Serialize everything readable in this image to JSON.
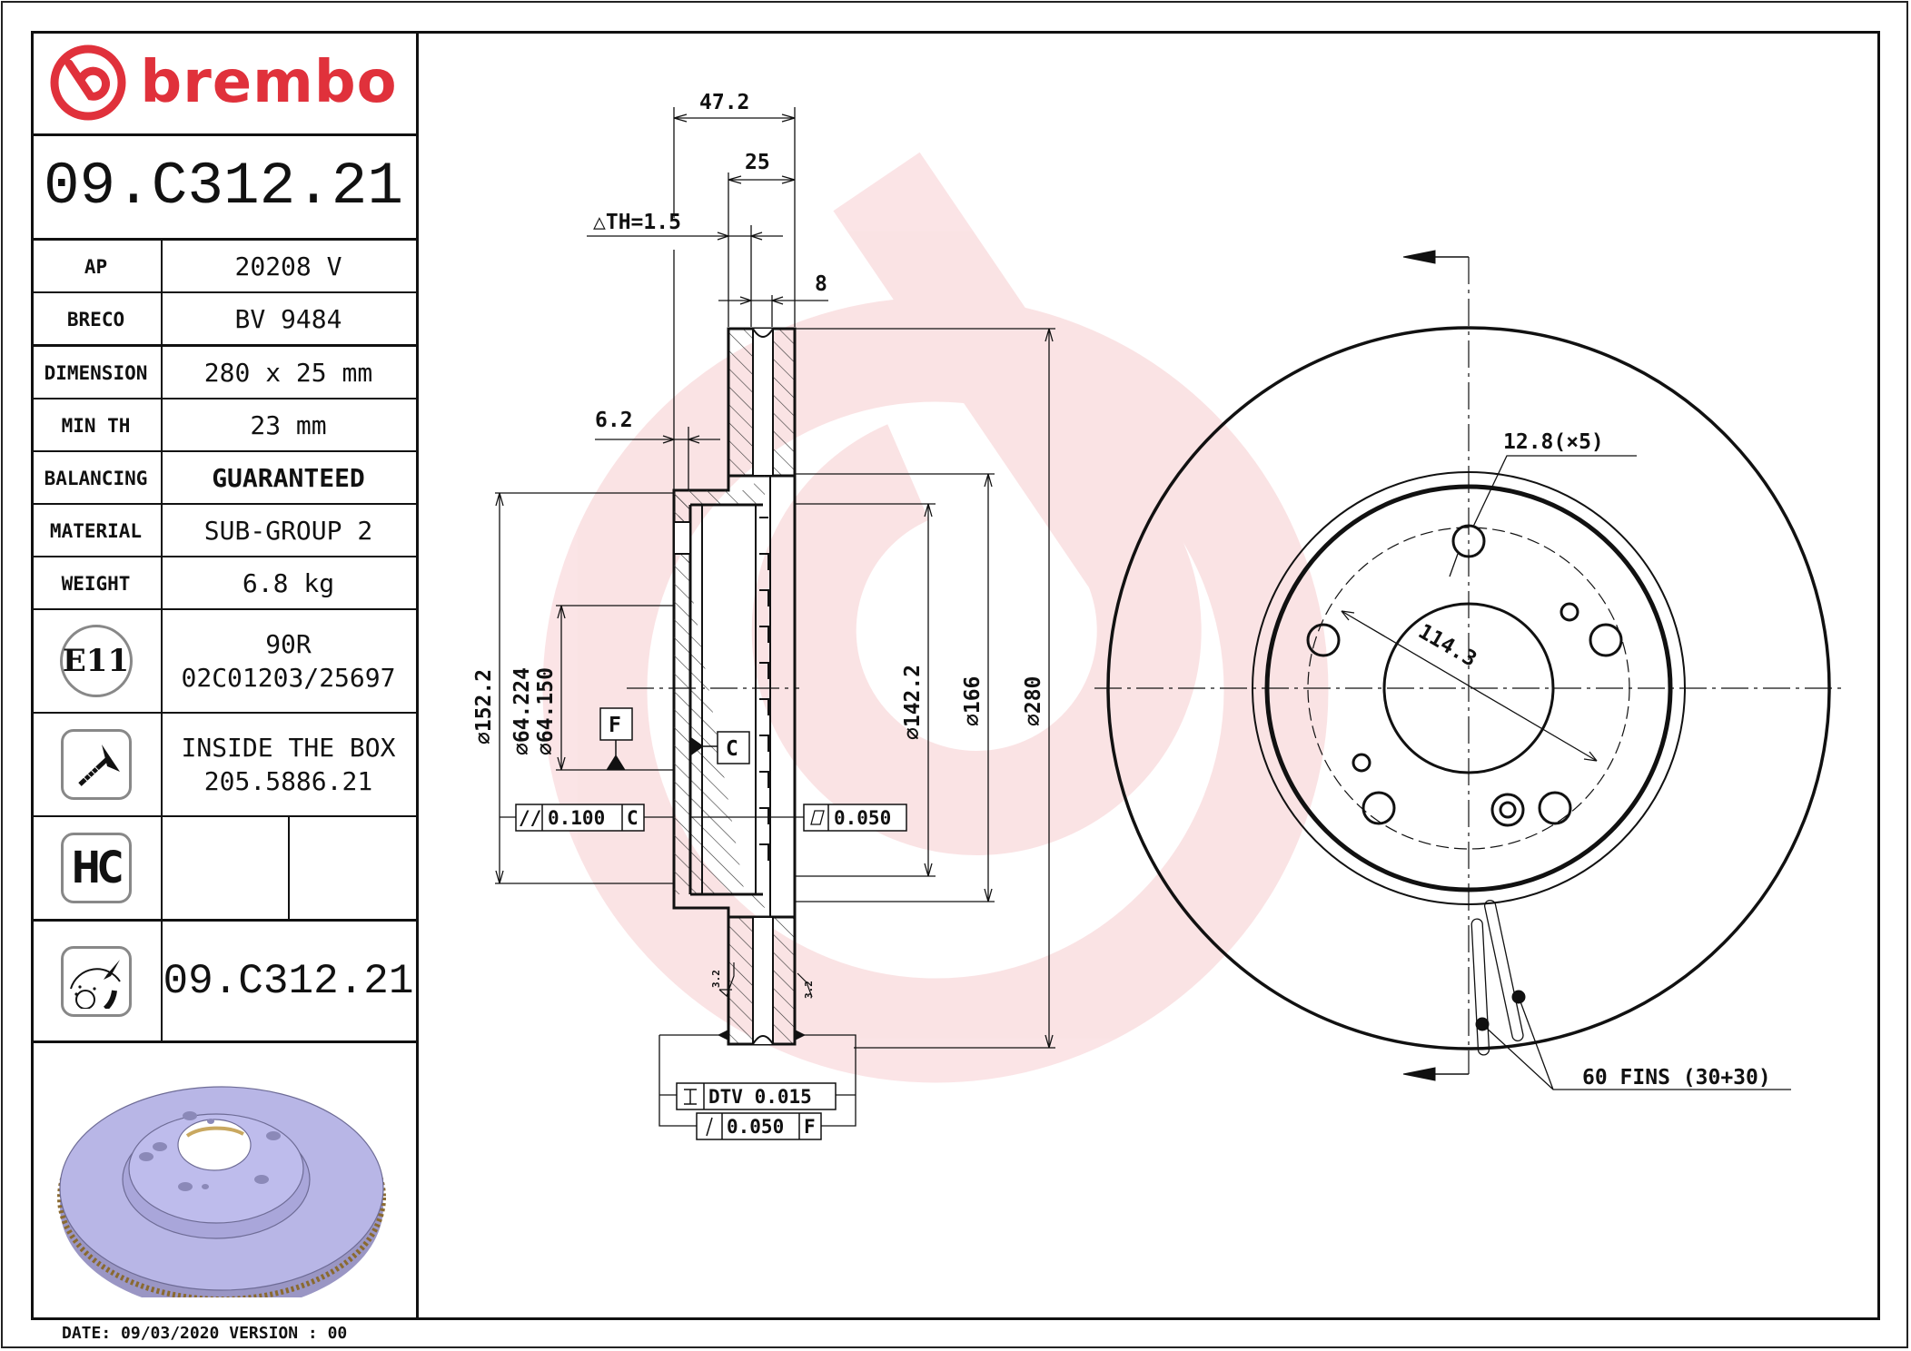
{
  "brand": {
    "name": "brembo",
    "color": "#e0313b"
  },
  "part_number": "09.C312.21",
  "specs": [
    {
      "label": "AP",
      "value": "20208 V"
    },
    {
      "label": "BRECO",
      "value": "BV 9484"
    },
    {
      "label": "DIMENSION",
      "value": "280 x 25 mm"
    },
    {
      "label": "MIN TH",
      "value": "23 mm"
    },
    {
      "label": "BALANCING",
      "value": "GUARANTEED"
    },
    {
      "label": "MATERIAL",
      "value": "SUB-GROUP 2"
    },
    {
      "label": "WEIGHT",
      "value": "6.8 kg"
    }
  ],
  "homologation": {
    "badge": "E11",
    "line1": "90R",
    "line2": "02C01203/25697"
  },
  "hardware": {
    "icon": "screw-icon",
    "line1": "INSIDE THE BOX",
    "line2": "205.5886.21"
  },
  "hc": {
    "badge": "HC"
  },
  "reference": {
    "icon": "disc-coating-icon",
    "part_number": "09.C312.21"
  },
  "footer": {
    "date_text": "DATE: 09/03/2020 VERSION : 00"
  },
  "section_view": {
    "dims": {
      "overall_height": "47.2",
      "thickness": "25",
      "delta_th": "△TH=1.5",
      "fin_gap": "8",
      "hat_wall": "6.2",
      "d_hat_outer": "⌀152.2",
      "d_bore_max": "⌀64.224",
      "d_bore_min": "⌀64.150",
      "d_inner_ring": "⌀142.2",
      "d_friction_inner": "⌀166",
      "d_outer": "⌀280",
      "roughness_left": "3.2",
      "roughness_right": "3.2"
    },
    "datums": {
      "f": "F",
      "c": "C"
    },
    "tolerances": {
      "parallelism_symbol": "//",
      "parallelism_value": "0.100",
      "parallelism_datum": "C",
      "flatness_value": "0.050",
      "dtv_label": "DTV 0.015",
      "runout_symbol": "/",
      "runout_value": "0.050",
      "runout_datum": "F"
    }
  },
  "front_view": {
    "hole_note": "12.8(×5)",
    "pcd": "114.3",
    "fins_note": "60 FINS (30+30)"
  }
}
